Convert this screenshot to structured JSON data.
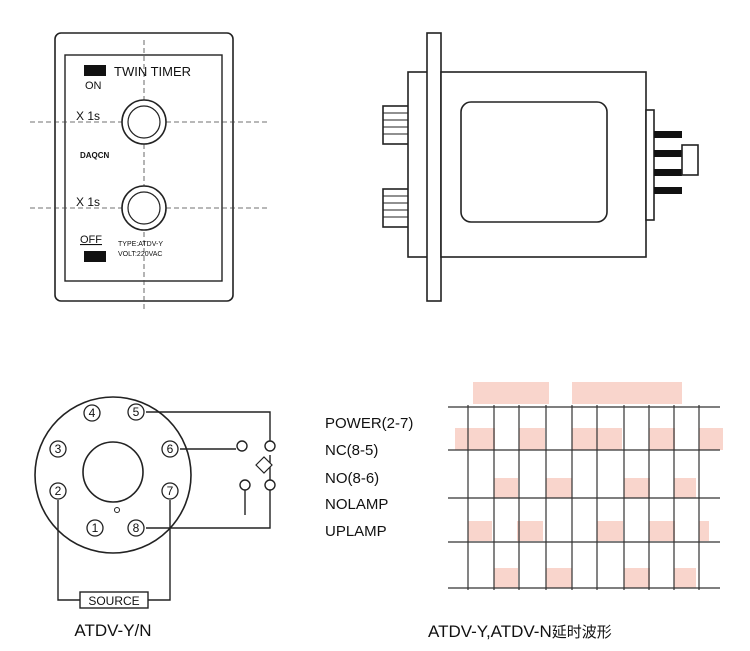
{
  "front_panel": {
    "title": "TWIN TIMER",
    "on_label": "ON",
    "off_label": "OFF",
    "knob1_label": "X 1s",
    "knob2_label": "X 1s",
    "brand": "DAQCN",
    "type_label": "TYPE:ATDV-Y",
    "volt_label": "VOLT:220VAC"
  },
  "wiring": {
    "pins": [
      "1",
      "2",
      "3",
      "4",
      "5",
      "6",
      "7",
      "8"
    ],
    "source_label": "SOURCE",
    "caption": "ATDV-Y/N"
  },
  "waveform": {
    "rows": [
      "POWER(2-7)",
      "NC(8-5)",
      "NO(8-6)",
      "NOLAMP",
      "UPLAMP"
    ],
    "caption_latin": "ATDV-Y,ATDV-N",
    "caption_cjk": "延时波形",
    "highlight_color": "#f9d5cc"
  }
}
